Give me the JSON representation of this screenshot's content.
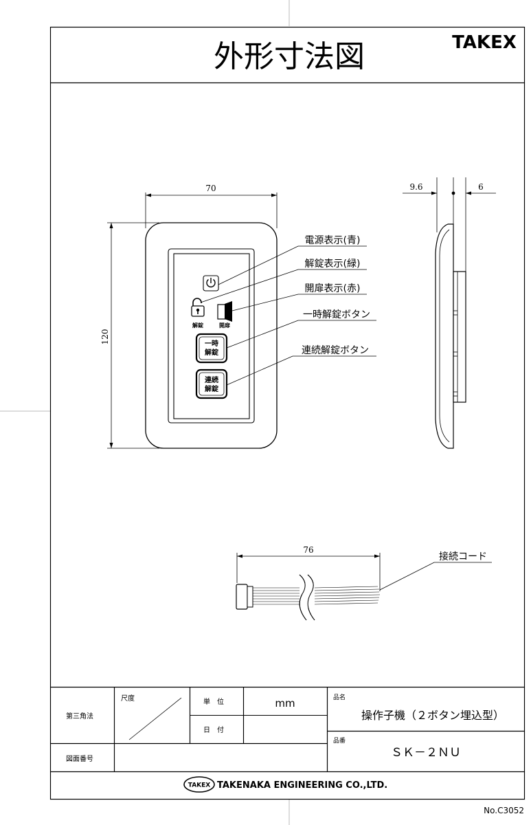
{
  "title": "外形寸法図",
  "brand": "TAKEX",
  "front_view": {
    "width_dim": "70",
    "height_dim": "120",
    "icon_labels": {
      "unlock": "解錠",
      "door": "開扉"
    },
    "button_labels": {
      "temp_line1": "一時",
      "temp_line2": "解錠",
      "cont_line1": "連続",
      "cont_line2": "解錠"
    },
    "callouts": {
      "power": "電源表示(青)",
      "unlock": "解錠表示(緑)",
      "door": "開扉表示(赤)",
      "temp_button": "一時解錠ボタン",
      "cont_button": "連続解錠ボタン"
    }
  },
  "side_view": {
    "dim_left": "9.6",
    "dim_right": "6"
  },
  "cable": {
    "length_dim": "76",
    "label": "接続コード"
  },
  "title_block": {
    "projection": "第三角法",
    "scale_label": "尺度",
    "unit_label": "単　位",
    "unit_value": "mm",
    "date_label": "日　付",
    "product_name_label": "品名",
    "product_name": "操作子機（２ボタン埋込型）",
    "product_code_label": "品番",
    "product_code": "ＳＫ－２ＮＵ",
    "drawing_number_label": "図面番号",
    "company_logo": "TAKEX",
    "company_name": "TAKENAKA ENGINEERING CO.,LTD."
  },
  "drawing_no": "No.C3052"
}
